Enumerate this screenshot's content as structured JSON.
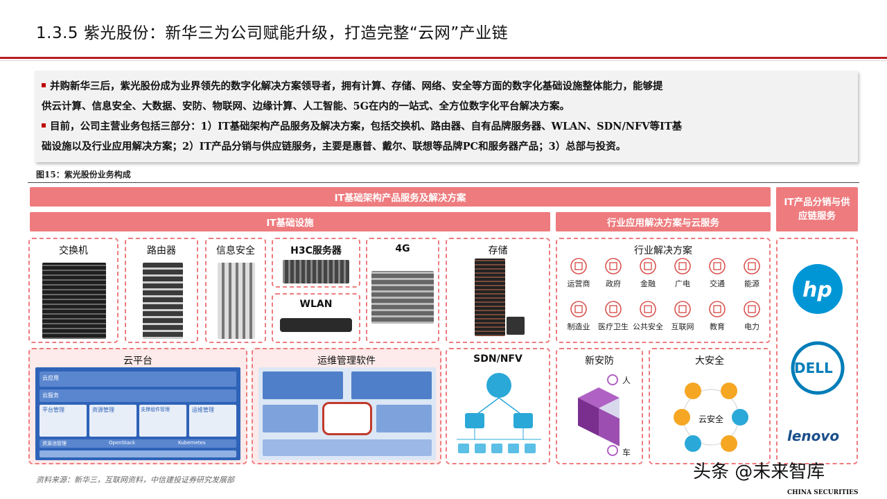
{
  "title": "1.3.5 紫光股份：新华三为公司赋能升级，打造完整“云网”产业链",
  "bullets": [
    "并购新华三后，紫光股份成为业界领先的数字化解决方案领导者，拥有计算、存储、网络、安全等方面的数字化基础设施整体能力，能够提",
    "供云计算、信息安全、大数据、安防、物联网、边缘计算、人工智能、5G在内的一站式、全方位数字化平台解决方案。",
    "目前，公司主营业务包括三部分：1）IT基础架构产品服务及解决方案，包括交换机、路由器、自有品牌服务器、WLAN、SDN/NFV等IT基",
    "础设施以及行业应用解决方案；2）IT产品分销与供应链服务，主要是惠普、戴尔、联想等品牌PC和服务器产品；3）总部与投资。"
  ],
  "figure_caption": "图15：紫光股份业务构成",
  "bands": {
    "it_infra_products": "IT基础架构产品服务及解决方案",
    "it_infra": "IT基础设施",
    "industry_cloud": "行业应用解决方案与云服务",
    "distribution": "IT产品分销与供应链服务"
  },
  "boxes": {
    "switch": "交换机",
    "router": "路由器",
    "info_security": "信息安全",
    "h3c_server": "H3C服务器",
    "wlan": "WLAN",
    "g4": "4G",
    "storage": "存储",
    "industry_solutions": "行业解决方案",
    "cloud_platform": "云平台",
    "ops_software": "运维管理软件",
    "sdn_nfv": "SDN/NFV",
    "new_security": "新安防",
    "big_security": "大安全"
  },
  "industries": [
    "运营商",
    "政府",
    "金融",
    "广电",
    "交通",
    "能源",
    "制造业",
    "医疗卫生",
    "公共安全",
    "互联网",
    "教育",
    "电力"
  ],
  "cloud_platform_rows": [
    "云应用",
    "云服务",
    "平台管理",
    "资源管理",
    "支撑组件管理",
    "运维管理",
    "资源池管理",
    "OpenStack",
    "Kubernetes"
  ],
  "big_security_center": "云安全",
  "new_security_labels": [
    "人",
    "车"
  ],
  "brands": [
    "hp",
    "DELL",
    "lenovo"
  ],
  "colors": {
    "accent": "#b81c22",
    "band": "#ee7b7e",
    "hp": "#0096d6",
    "dell": "#007db8",
    "lenovo": "#1a4e8a"
  },
  "source": "资料来源：新华三，互联网资料，中信建投证券研究发展部",
  "watermark": "头条 @未来智库",
  "logo_text": "CHINA SECURITIES"
}
